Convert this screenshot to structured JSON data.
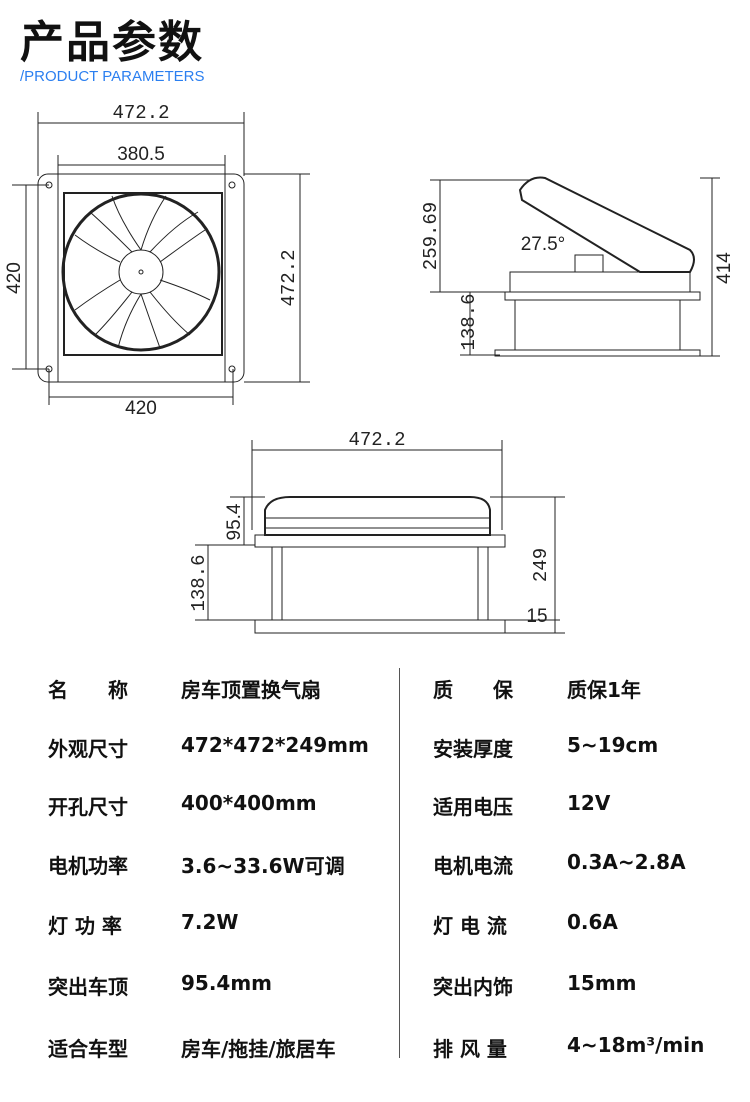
{
  "header": {
    "title": "产品参数",
    "subtitle": "/PRODUCT PARAMETERS"
  },
  "drawings": {
    "top_view": {
      "overall_width": "472.2",
      "inner_width": "380.5",
      "left_height": "420",
      "right_height": "472.2",
      "bottom_width": "420"
    },
    "side_view": {
      "lid_height": "259.69",
      "base_height": "138.6",
      "total_height": "414",
      "angle": "27.5°"
    },
    "front_view": {
      "width": "472.2",
      "roof_protrusion": "95.4",
      "base_height": "138.6",
      "total_height": "249",
      "interior_protrusion": "15"
    }
  },
  "specs": [
    {
      "label": "名　　称",
      "value": "房车顶置换气扇",
      "label2": "质　　保",
      "value2": "质保1年"
    },
    {
      "label": "外观尺寸",
      "value": "472*472*249mm",
      "label2": "安装厚度",
      "value2": "5~19cm"
    },
    {
      "label": "开孔尺寸",
      "value": "400*400mm",
      "label2": "适用电压",
      "value2": "12V"
    },
    {
      "label": "电机功率",
      "value": "3.6~33.6W可调",
      "label2": "电机电流",
      "value2": "0.3A~2.8A"
    },
    {
      "label": "灯 功 率",
      "value": "7.2W",
      "label2": "灯 电 流",
      "value2": "0.6A"
    },
    {
      "label": "突出车顶",
      "value": "95.4mm",
      "label2": "突出内饰",
      "value2": "15mm"
    },
    {
      "label": "适合车型",
      "value": "房车/拖挂/旅居车",
      "label2": "排 风 量",
      "value2": "4~18m³/min"
    }
  ]
}
